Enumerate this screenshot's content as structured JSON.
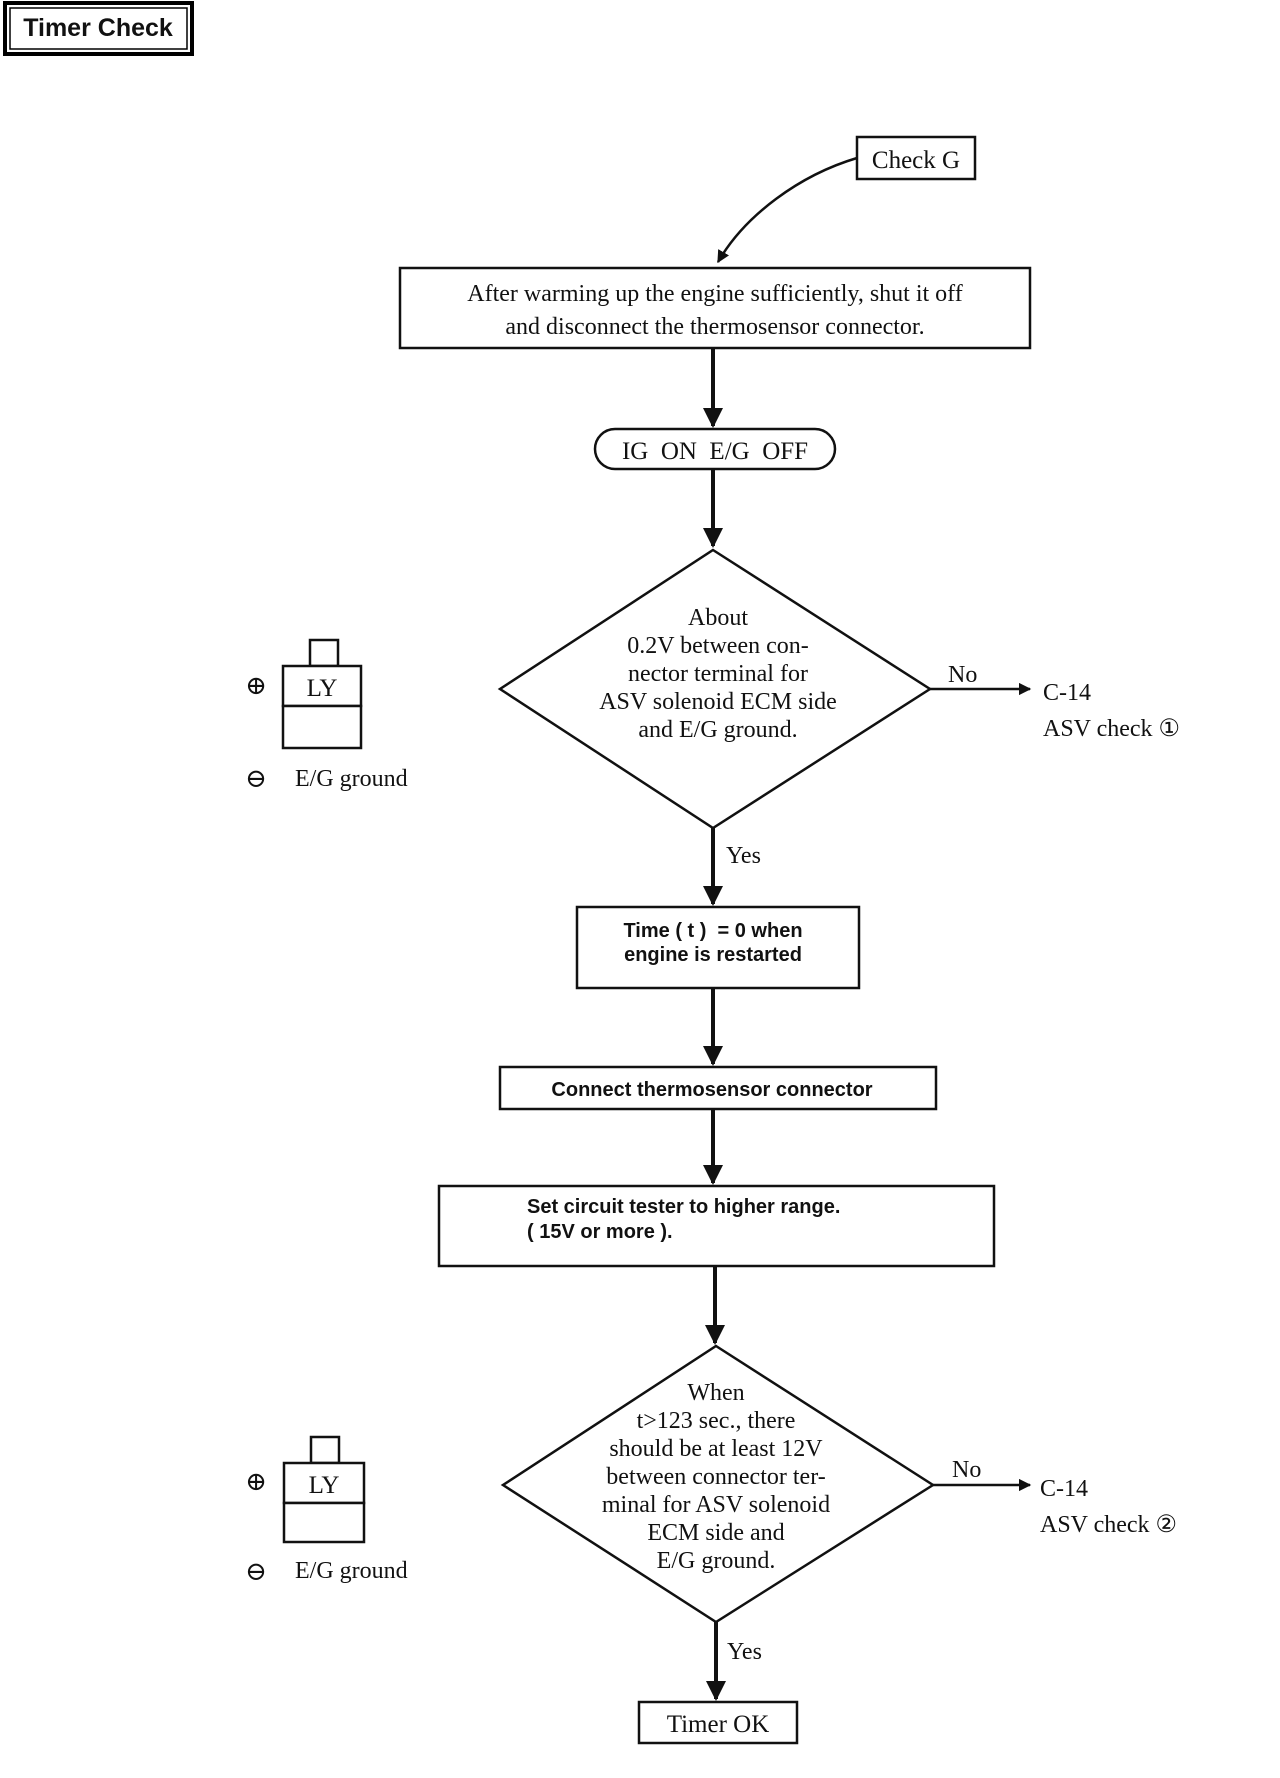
{
  "title": "Timer Check",
  "start": {
    "label": "Check G"
  },
  "step1": {
    "line1": "After warming up the engine sufficiently, shut it off",
    "line2": "and disconnect the thermosensor connector."
  },
  "state": {
    "label": "IG  ON  E/G  OFF"
  },
  "decision1": {
    "lines": [
      "About",
      "0.2V between con-",
      "nector terminal for",
      "ASV solenoid ECM side",
      "and E/G ground."
    ],
    "yes": "Yes",
    "no": "No",
    "no_target_line1": "C-14",
    "no_target_line2": "ASV check ①"
  },
  "connector1": {
    "plus_symbol": "⊕",
    "minus_symbol": "⊖",
    "terminal": "LY",
    "ground": "E/G ground"
  },
  "step2": {
    "line1": "Time ( t )  = 0 when",
    "line2": "engine is restarted"
  },
  "step3": {
    "label": "Connect thermosensor connector"
  },
  "step4": {
    "line1": "Set circuit tester to higher range.",
    "line2": "( 15V or more )."
  },
  "decision2": {
    "lines": [
      "When",
      "t>123 sec., there",
      "should be at least 12V",
      "between connector ter-",
      "minal for ASV solenoid",
      "ECM side and",
      "E/G ground."
    ],
    "yes": "Yes",
    "no": "No",
    "no_target_line1": "C-14",
    "no_target_line2": "ASV check ②"
  },
  "connector2": {
    "plus_symbol": "⊕",
    "minus_symbol": "⊖",
    "terminal": "LY",
    "ground": "E/G ground"
  },
  "end": {
    "label": "Timer OK"
  }
}
